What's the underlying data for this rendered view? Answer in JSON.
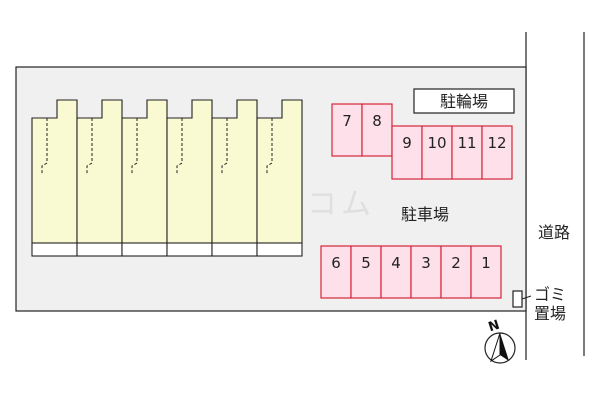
{
  "labels": {
    "bicycle_parking": "駐輪場",
    "parking_lot": "駐車場",
    "road": "道路",
    "garbage_line1": "ゴミ",
    "garbage_line2": "置場",
    "north": "N",
    "watermark": "ハウスコム"
  },
  "parking_top_row": [
    "7",
    "8"
  ],
  "parking_second_row": [
    "9",
    "10",
    "11",
    "12"
  ],
  "parking_bottom_row": [
    "6",
    "5",
    "4",
    "3",
    "2",
    "1"
  ],
  "building_units": 6,
  "colors": {
    "lot_fill": "#f0f0f0",
    "building_fill": "#fafad2",
    "slot_fill": "#fde0ea",
    "slot_border": "#d8243a",
    "outline": "#222222"
  }
}
